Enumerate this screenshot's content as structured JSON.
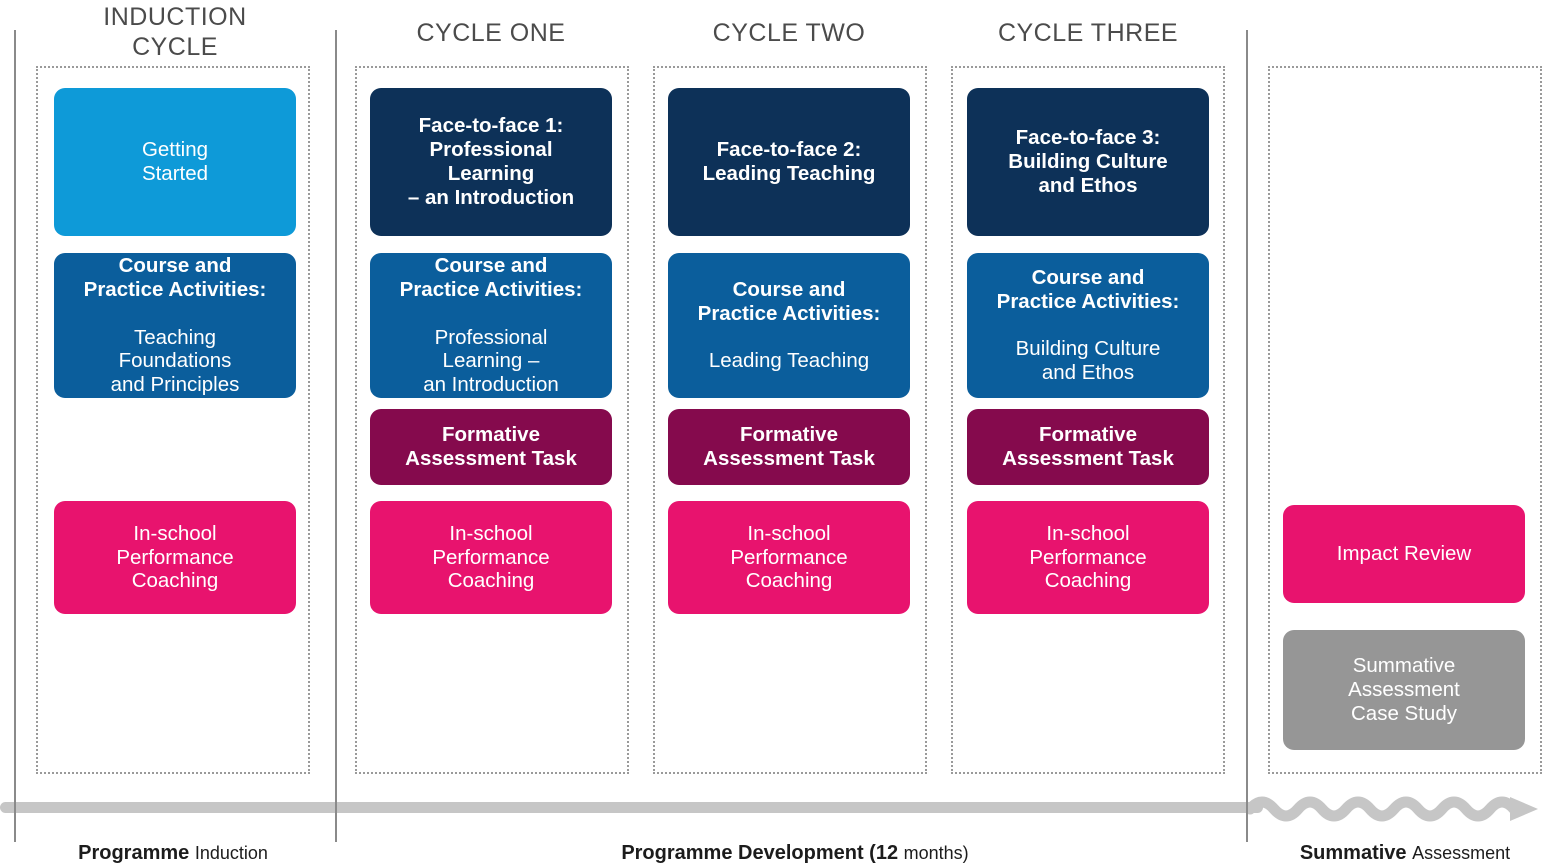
{
  "headers": [
    {
      "label": "INDUCTION\nCYCLE"
    },
    {
      "label": "CYCLE ONE"
    },
    {
      "label": "CYCLE TWO"
    },
    {
      "label": "CYCLE THREE"
    }
  ],
  "columns": [
    {
      "name": "induction-cycle",
      "cards": [
        {
          "id": "getting-started",
          "color": "#0e9ad8",
          "bold": "",
          "regular": "Getting\nStarted"
        },
        {
          "id": "cpa-teaching-foundations",
          "color": "#0b5e9c",
          "bold": "Course and\nPractice Activities:",
          "regular": "Teaching\nFoundations\nand Principles"
        },
        {
          "id": "in-school-performance-coaching",
          "color": "#e8136e",
          "bold": "",
          "regular": "In-school\nPerformance\nCoaching"
        }
      ]
    },
    {
      "name": "cycle-one",
      "cards": [
        {
          "id": "face-to-face-1",
          "color": "#0d3158",
          "bold": "Face-to-face 1:\nProfessional\nLearning\n– an Introduction",
          "regular": ""
        },
        {
          "id": "cpa-professional-learning",
          "color": "#0b5e9c",
          "bold": "Course and\nPractice Activities:",
          "regular": "Professional\nLearning –\nan Introduction"
        },
        {
          "id": "formative-assessment-task",
          "color": "#850a4d",
          "bold": "Formative\nAssessment Task",
          "regular": ""
        },
        {
          "id": "in-school-performance-coaching",
          "color": "#e8136e",
          "bold": "",
          "regular": "In-school\nPerformance\nCoaching"
        }
      ]
    },
    {
      "name": "cycle-two",
      "cards": [
        {
          "id": "face-to-face-2",
          "color": "#0d3158",
          "bold": "Face-to-face 2:\nLeading Teaching",
          "regular": ""
        },
        {
          "id": "cpa-leading-teaching",
          "color": "#0b5e9c",
          "bold": "Course and\nPractice Activities:",
          "regular": "Leading Teaching"
        },
        {
          "id": "formative-assessment-task",
          "color": "#850a4d",
          "bold": "Formative\nAssessment Task",
          "regular": ""
        },
        {
          "id": "in-school-performance-coaching",
          "color": "#e8136e",
          "bold": "",
          "regular": "In-school\nPerformance\nCoaching"
        }
      ]
    },
    {
      "name": "cycle-three",
      "cards": [
        {
          "id": "face-to-face-3",
          "color": "#0d3158",
          "bold": "Face-to-face 3:\nBuilding Culture\nand Ethos",
          "regular": ""
        },
        {
          "id": "cpa-building-culture",
          "color": "#0b5e9c",
          "bold": "Course and\nPractice Activities:",
          "regular": "Building Culture\nand Ethos"
        },
        {
          "id": "formative-assessment-task",
          "color": "#850a4d",
          "bold": "Formative\nAssessment Task",
          "regular": ""
        },
        {
          "id": "in-school-performance-coaching",
          "color": "#e8136e",
          "bold": "",
          "regular": "In-school\nPerformance\nCoaching"
        }
      ]
    },
    {
      "name": "summative",
      "cards": [
        {
          "id": "impact-review",
          "color": "#e8136e",
          "bold": "",
          "regular": "Impact Review"
        },
        {
          "id": "summative-assessment-case-study",
          "color": "#969696",
          "bold": "",
          "regular": "Summative\nAssessment\nCase Study"
        }
      ]
    }
  ],
  "timeline": {
    "bar_color": "#c6c6c6",
    "labels": [
      {
        "id": "programme-induction",
        "bold": "Programme ",
        "regular": "Induction"
      },
      {
        "id": "programme-development",
        "bold": "Programme Development (12 ",
        "regular": "months)"
      },
      {
        "id": "summative-assessment",
        "bold": "Summative ",
        "regular": "Assessment"
      }
    ]
  }
}
